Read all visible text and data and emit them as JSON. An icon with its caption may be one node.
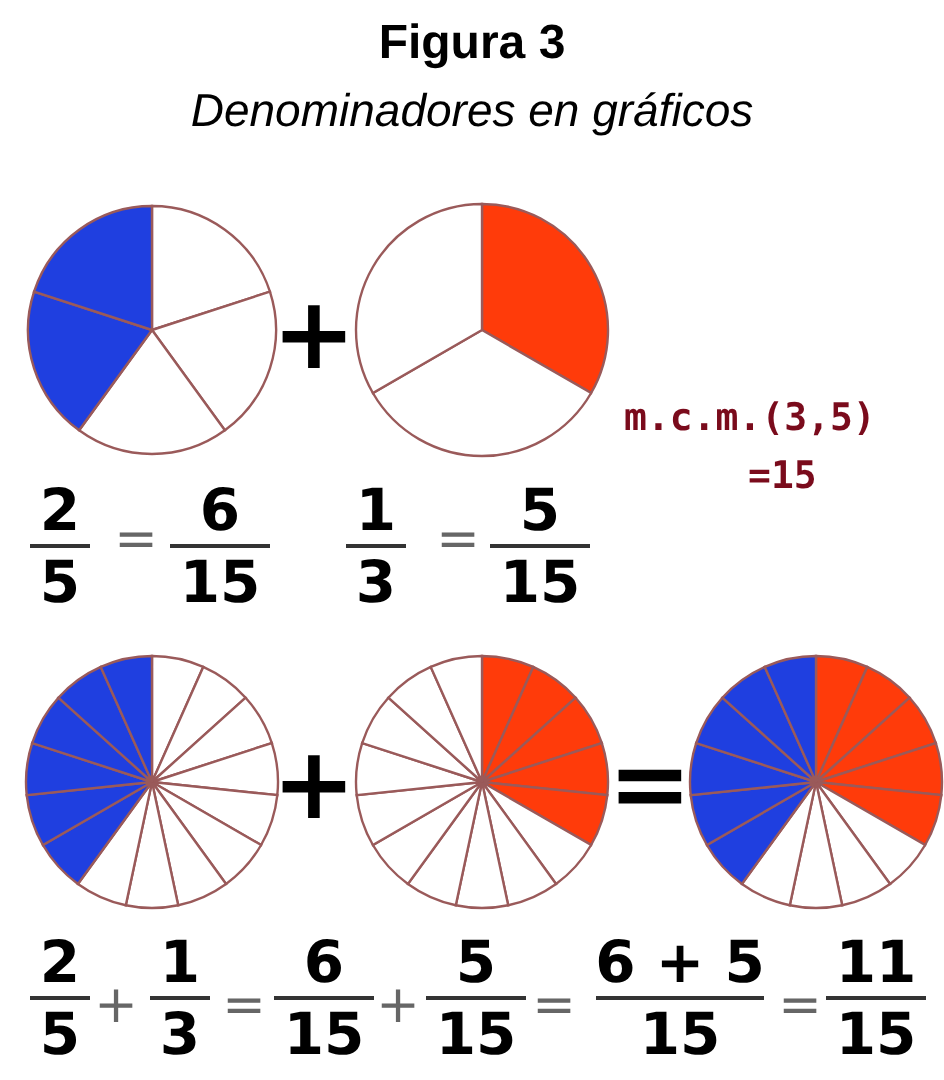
{
  "diagram": {
    "title": "Figura 3",
    "caption": "Denominadores en gráficos",
    "nodes": [
      {
        "text": [],
        "shape": "circle"
      },
      {
        "text": [],
        "shape": "circle"
      },
      {
        "text": [],
        "shape": "circle"
      },
      {
        "text": [],
        "shape": "circle"
      },
      {
        "text": [],
        "shape": "circle"
      }
    ],
    "labels": [
      "+",
      "m.c.m.(3,5)",
      "=15",
      "2",
      "5",
      "=",
      "6",
      "15",
      "1",
      "3",
      "=",
      "5",
      "15",
      "+",
      "=",
      "2",
      "5",
      "+",
      "1",
      "3",
      "=",
      "6",
      "15",
      "+",
      "5",
      "15",
      "=",
      "6 + 5",
      "15",
      "=",
      "11",
      "15"
    ]
  }
}
